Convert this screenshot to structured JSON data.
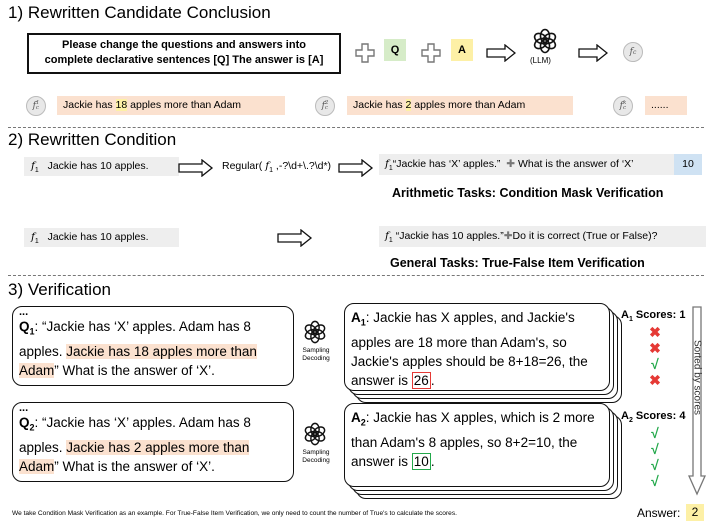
{
  "sections": {
    "s1": "1) Rewritten Candidate Conclusion",
    "s2": "2) Rewritten Condition",
    "s3": "3) Verification"
  },
  "s1": {
    "prompt_line1": "Please change the questions and answers into",
    "prompt_line2": "complete declarative sentences [Q] The answer is [A]",
    "q_tag": "Q",
    "a_tag": "A",
    "llm_label": "(LLM)",
    "fc_label": "f",
    "fc_sub": "c",
    "cands": [
      {
        "sup": "1",
        "pre": "Jackie has ",
        "num": "18",
        "post": " apples more than Adam"
      },
      {
        "sup": "2",
        "pre": "Jackie has ",
        "num": "2",
        "post": " apples more than Adam"
      },
      {
        "sup": "k",
        "pre": "",
        "num": "",
        "post": "......"
      }
    ]
  },
  "s2": {
    "f1": "f",
    "f1_sub": "1",
    "cond_text": "Jackie has 10 apples.",
    "regular_pre": "Regular( ",
    "regular_post": " ,-?\\d+\\.?\\d*)",
    "arith_query_a": "“Jackie has ‘X’ apples.”",
    "arith_query_b": "What is the answer of ‘X’",
    "arith_answer": "10",
    "arith_caption": "Arithmetic Tasks: Condition Mask Verification",
    "tf_query_a": "“Jackie has 10 apples.”",
    "tf_query_b": "Do it is correct (True or False)?",
    "tf_caption": "General Tasks: True-False Item Verification"
  },
  "s3": {
    "q1": {
      "dots": "...",
      "label": "Q",
      "sub": "1",
      "a": ": “Jackie has ‘X’ apples. Adam has 8 apples. ",
      "hl": "Jackie has 18 apples more than Adam",
      "b": "” What is the answer of ‘X’."
    },
    "q2": {
      "dots": "...",
      "label": "Q",
      "sub": "2",
      "a": ": “Jackie has ‘X’ apples. Adam has 8 apples. ",
      "hl": "Jackie has 2 apples more than Adam",
      "b": "” What is the answer of ‘X’."
    },
    "sampling_l1": "Sampling",
    "sampling_l2": "Decoding",
    "a1": {
      "label": "A",
      "sub": "1",
      "text": ": Jackie has X apples, and Jackie's apples are 18 more than Adam's, so Jackie's apples should be 8+18=26, the answer is ",
      "ans": "26",
      "end": "."
    },
    "a2": {
      "label": "A",
      "sub": "2",
      "text": ": Jackie has X apples, which is 2 more than Adam's 8 apples, so 8+2=10, the answer is ",
      "ans": "10",
      "end": "."
    },
    "score1": {
      "label": "A",
      "sub": "1",
      "text": " Scores: 1",
      "marks": [
        "✖",
        "✖",
        "√",
        "✖"
      ]
    },
    "score2": {
      "label": "A",
      "sub": "2",
      "text": " Scores: 4",
      "marks": [
        "√",
        "√",
        "√",
        "√"
      ]
    },
    "sorted": "Sorted by scores",
    "answer_label": "Answer:",
    "answer_value": "2",
    "footnote": "We take Condition Mask Verification as an example. For True-False Item Verification, we only need to count the number of True's to calculate the scores."
  },
  "colors": {
    "peach": "#fbe1cf",
    "yellow": "#fdf0a6",
    "green_tag": "#d6ecc8",
    "blue": "#cfe2f3",
    "red": "#e53935",
    "green": "#22a84a"
  }
}
